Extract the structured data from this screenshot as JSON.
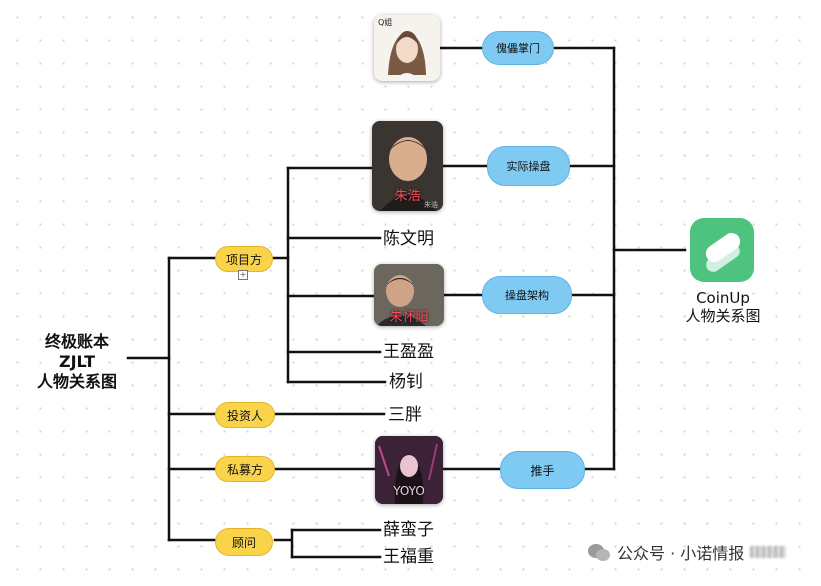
{
  "root": {
    "line1": "终极账本",
    "line2": "ZJLT",
    "line3": "人物关系图"
  },
  "categories": {
    "project": "项目方",
    "investor": "投资人",
    "private": "私募方",
    "advisor": "顾问"
  },
  "people": {
    "chen": "陈文明",
    "wang_yy": "王盈盈",
    "yang": "杨钊",
    "sanpang": "三胖",
    "xue": "薛蛮子",
    "wang_fz": "王福重"
  },
  "photos": {
    "q": {
      "tiny": "Q姐"
    },
    "zhu_hao": {
      "caption": "朱浩",
      "tiny": "朱浩"
    },
    "zhu_huaiyang": {
      "caption": "朱怀阳"
    },
    "yoyo": {
      "caption": "YOYO"
    }
  },
  "roles": {
    "puppet": "傀儡掌门",
    "operator": "实际操盘",
    "structure": "操盘架构",
    "promoter": "推手"
  },
  "app": {
    "name": "CoinUp",
    "subtitle": "人物关系图",
    "color": "#4ec27f"
  },
  "watermark": {
    "text": "公众号 · 小诺情报"
  },
  "expand_symbol": "+"
}
